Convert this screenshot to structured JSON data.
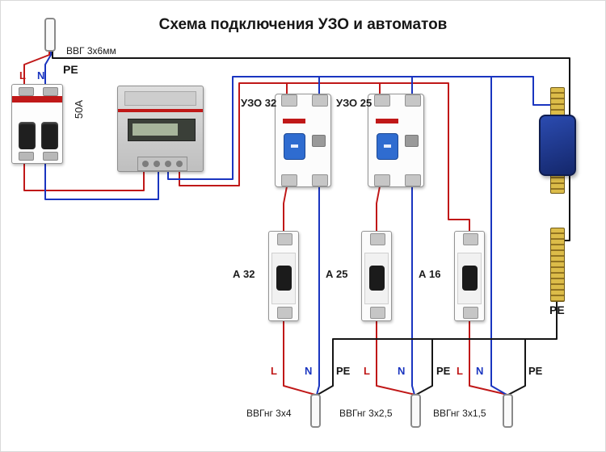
{
  "title": "Схема подключения УЗО и автоматов",
  "input": {
    "cable": "ВВГ 3х6мм",
    "l": "L",
    "n": "N",
    "pe": "PE",
    "breaker_rating": "50А"
  },
  "rcds": [
    {
      "label": "УЗО 32"
    },
    {
      "label": "УЗО 25"
    }
  ],
  "breakers": [
    {
      "label": "А 32"
    },
    {
      "label": "А 25"
    },
    {
      "label": "А 16"
    }
  ],
  "pe_bus": "PE",
  "outputs": [
    {
      "l": "L",
      "n": "N",
      "pe": "PE",
      "cable": "ВВГнг 3х4"
    },
    {
      "l": "L",
      "n": "N",
      "pe": "PE",
      "cable": "ВВГнг 3х2,5"
    },
    {
      "l": "L",
      "n": "N",
      "pe": "PE",
      "cable": "ВВГнг 3х1,5"
    }
  ],
  "colors": {
    "l": "#c01818",
    "n": "#1a35c0",
    "pe": "#151515",
    "brass": "#c9a227"
  }
}
